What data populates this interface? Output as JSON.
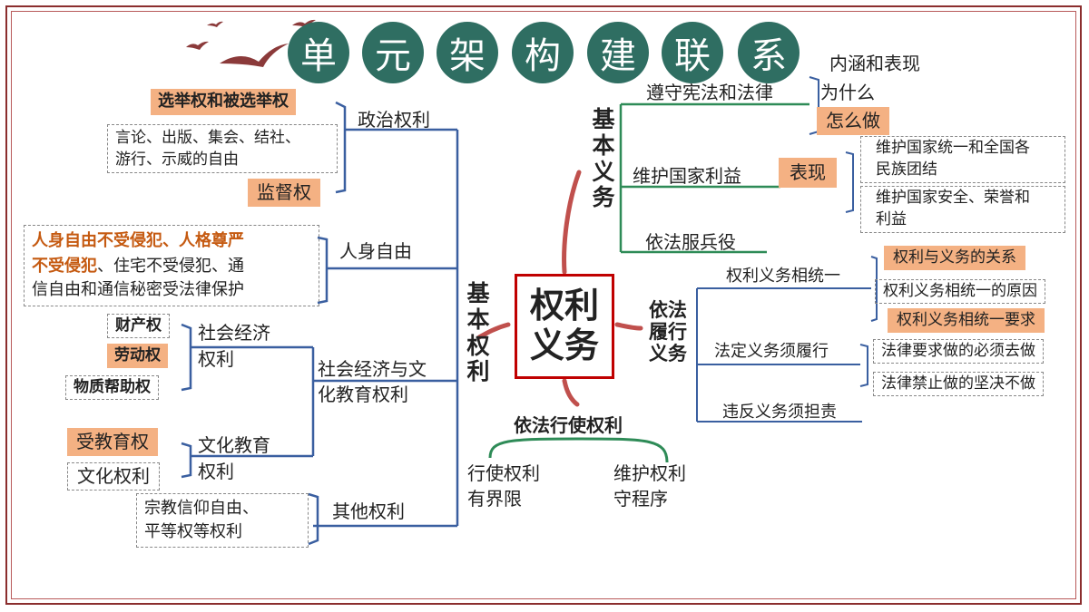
{
  "title_chars": [
    "单",
    "元",
    "架",
    "构",
    "建",
    "联",
    "系"
  ],
  "center": {
    "line1": "权利",
    "line2": "义务"
  },
  "left_branch": {
    "label": "基本权利",
    "political": {
      "label": "政治权利",
      "items": [
        "选举权和被选举权",
        "言论、出版、集会、结社、",
        "游行、示威的自由",
        "监督权"
      ]
    },
    "personal": {
      "label": "人身自由",
      "highlight1": "人身自由不受侵犯、人格尊严",
      "highlight2": "不受侵犯",
      "rest2": "、住宅不受侵犯、通",
      "line3": "信自由和通信秘密受法律保护"
    },
    "socio": {
      "label_line1": "社会经济与文",
      "label_line2": "化教育权利",
      "economic": {
        "line1": "社会经济",
        "line2": "权利",
        "items": [
          "财产权",
          "劳动权",
          "物质帮助权"
        ]
      },
      "education": {
        "line1": "文化教育",
        "line2": "权利",
        "items": [
          "受教育权",
          "文化权利"
        ]
      }
    },
    "other": {
      "label": "其他权利",
      "line1": "宗教信仰自由、",
      "line2": "平等权等权利"
    }
  },
  "top_right_branch": {
    "label": "基本义务",
    "constitution": {
      "label": "遵守宪法和法律",
      "items": [
        "内涵和表现",
        "为什么",
        "怎么做"
      ]
    },
    "national": {
      "label": "维护国家利益",
      "tag": "表现",
      "item1_line1": "维护国家统一和全国各",
      "item1_line2": "民族团结",
      "item2_line1": "维护国家安全、荣誉和",
      "item2_line2": "利益"
    },
    "military": {
      "label": "依法服兵役"
    }
  },
  "bottom_right_branch": {
    "label": "依法履行义务",
    "unity": {
      "label": "权利义务相统一",
      "items": [
        "权利与义务的关系",
        "权利义务相统一的原因",
        "权利义务相统一要求"
      ]
    },
    "statutory": {
      "label": "法定义务须履行",
      "items": [
        "法律要求做的必须去做",
        "法律禁止做的坚决不做"
      ]
    },
    "violation": {
      "label": "违反义务须担责"
    }
  },
  "bottom_branch": {
    "label": "依法行使权利",
    "left": {
      "line1": "行使权利",
      "line2": "有界限"
    },
    "right": {
      "line1": "维护权利",
      "line2": "守程序"
    }
  },
  "colors": {
    "frame": "#8b2e2e",
    "title_circle": "#2f6e62",
    "highlight": "#f4b183",
    "center_border": "#c00000",
    "left_line": "#3a5fa0",
    "right_line": "#2e8b57",
    "accent_text": "#c55a11"
  }
}
